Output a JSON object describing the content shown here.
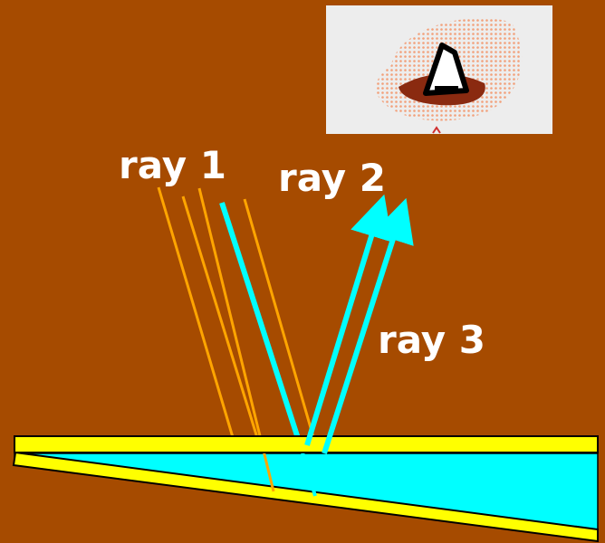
{
  "labels": {
    "ray1": "ray 1",
    "ray2": "ray 2",
    "ray3": "ray 3"
  },
  "icons": {
    "viewer": "eye-icon"
  },
  "colors": {
    "background": "#A64B00",
    "incident_rays": "#FFA500",
    "highlight_rays": "#00FFFF",
    "glass_plate": "#FFFF00",
    "air_wedge": "#00FFFF",
    "outline": "#000000",
    "label_text": "#FFFFFF"
  }
}
